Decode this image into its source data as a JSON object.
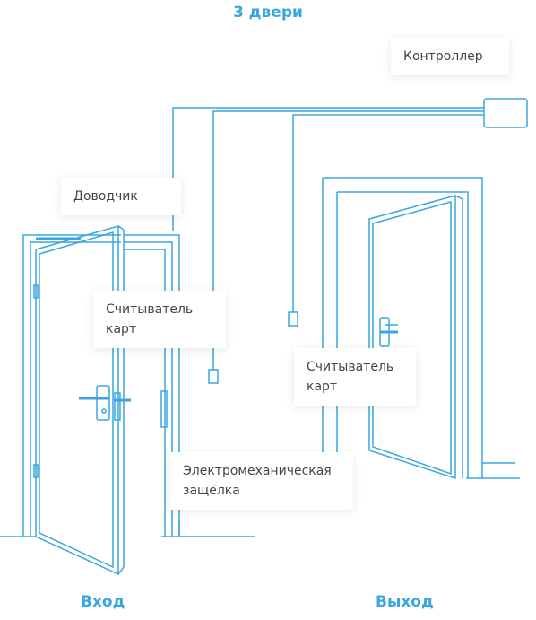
{
  "title": "3 двери",
  "labels": {
    "controller": "Контроллер",
    "closer": "Доводчик",
    "reader_left": "Считыватель\nкарт",
    "reader_right": "Считыватель\nкарт",
    "latch": "Электромеханическая\nзащёлка"
  },
  "captions": {
    "entry": "Вход",
    "exit": "Выход"
  },
  "colors": {
    "line": "#3aa6dd",
    "title": "#3aa6dd",
    "label_text": "#444444"
  }
}
